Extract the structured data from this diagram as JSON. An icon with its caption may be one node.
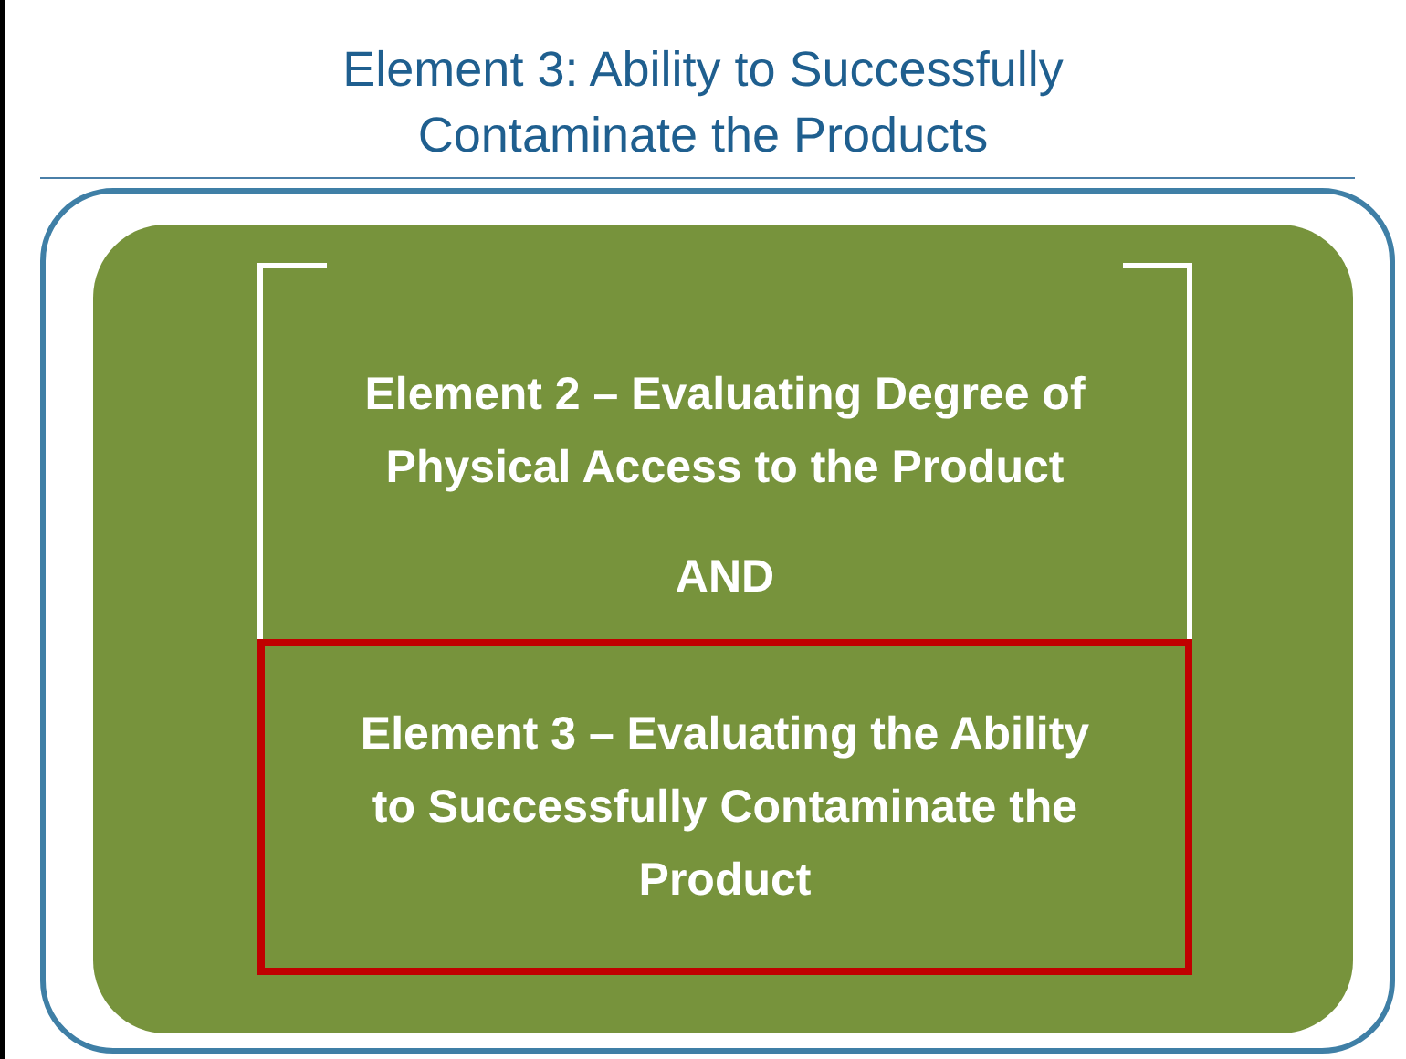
{
  "diagram": {
    "title": "Element 3: Ability to Successfully Contaminate the Products",
    "nodes": [
      {
        "text": [],
        "shape": "box"
      },
      {
        "text": [],
        "shape": "box",
        "in": 0
      },
      {
        "text": [
          "Element 2 – Evaluating Degree of Physical Access to the Product",
          "AND"
        ],
        "in": 1
      },
      {
        "text": [
          "Element 3 – Evaluating the Ability to Successfully Contaminate the Product"
        ],
        "in": 1
      }
    ]
  }
}
